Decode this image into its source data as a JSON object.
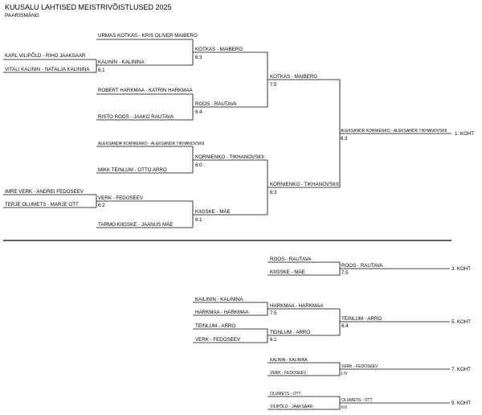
{
  "header": {
    "title": "KUUSALU LAHTISED MEISTRIVÕISTLUSED 2025",
    "subtitle": "PAARISMÄNG"
  },
  "main": {
    "r1": {
      "a": "URMAS KOTKAS - KRIS OLIVER MAIBERG",
      "b1": "KARL VILIPÕLD - RIHO JAAKSAAR",
      "b2": "VITALI KALININ - NATALJA KALININA",
      "b": "KALININ - KALININA",
      "b_score": "6:1",
      "c": "ROBERT HARKMAA - KATRIN HARKMAA",
      "d": "RISTO ROOS - JAAKO RAUTAVA",
      "e": "ALEKSANDR KORNIENKO - ALEKSANDR TIKHANOVSKII",
      "f": "MIKK TEINLUM - OTTO ARRO",
      "g1": "IMRE VERK - ANDREI FEDOSEEV",
      "g2": "TERJE OLUMETS - MARJE OTT",
      "g": "VERK - FEDOSEEV",
      "g_score": "6:2",
      "h": "TARMO KIIGSKE - JAANUS MÄE"
    },
    "r2": {
      "ab": "KOTKAS - MAIBERG",
      "ab_score": "6:3",
      "cd": "ROOS - RAUTAVA",
      "cd_score": "6:4",
      "ef": "KORNIENKO - TIKHANOVSKII",
      "ef_score": "6:0",
      "gh": "KIIGSKE - MÄE",
      "gh_score": "6:1"
    },
    "sf": {
      "top": "KOTKAS - MAIBERG",
      "top_score": "7:5",
      "bot": "KORNIENKO - TIKHANOVSKII",
      "bot_score": "6:3"
    },
    "final": {
      "winner": "ALEKSANDR KORNIENKO - ALEKSANDR TIKHANOVSKII",
      "score": "6:3",
      "place": "1. KOHT"
    }
  },
  "third": {
    "a": "ROOS - RAUTAVA",
    "b": "KIIGSKE - MÄE",
    "winner": "ROOS - RAUTAVA",
    "score": "7:5",
    "place": "3. KOHT"
  },
  "fifth": {
    "a": "KAILININ - KALININA",
    "b": "HARKMAA - HARKMAA",
    "c": "TEINLUM - ARRO",
    "d": "VERK - FEDOSEEV",
    "ab": "HARKMAA - HARKMAA",
    "ab_score": "7:5",
    "cd": "TEINLUM - ARRO",
    "cd_score": "6:1",
    "winner": "TEINLUM - ARRO",
    "score": "6:4",
    "place": "5. KOHT"
  },
  "seventh": {
    "a": "KALININ - KALININA",
    "b": "VERK - FEDOSEEV",
    "winner": "VERK - FEDOSEEV",
    "score": "L/V",
    "place": "7. KOHT"
  },
  "ninth": {
    "a": "OLUMETS - OTT",
    "b": "VILIPÕLD - JAAKSAAR",
    "winner": "OLUMETS - OTT",
    "score": "6:0",
    "place": "9. KOHT"
  }
}
